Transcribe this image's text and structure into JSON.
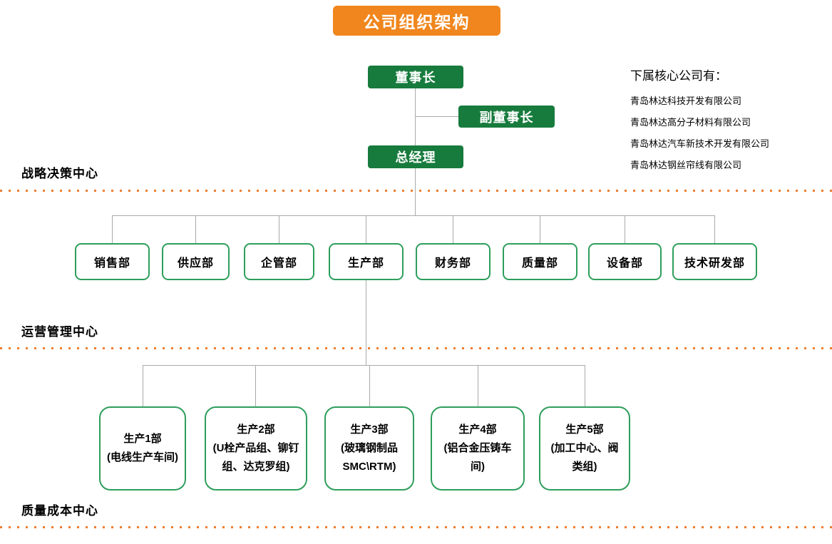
{
  "title": "公司组织架构",
  "executives": {
    "chairman": "董事长",
    "vice_chairman": "副董事长",
    "general_manager": "总经理"
  },
  "sections": [
    "战略决策中心",
    "运营管理中心",
    "质量成本中心"
  ],
  "departments": [
    "销售部",
    "供应部",
    "企管部",
    "生产部",
    "财务部",
    "质量部",
    "设备部",
    "技术研发部"
  ],
  "production": [
    {
      "name": "生产1部",
      "detail": "(电线生产车间)"
    },
    {
      "name": "生产2部",
      "detail": "(U栓产品组、铆钉组、达克罗组)"
    },
    {
      "name": "生产3部",
      "detail": "(玻璃钢制品SMC\\RTM)"
    },
    {
      "name": "生产4部",
      "detail": "(铝合金压铸车间)"
    },
    {
      "name": "生产5部",
      "detail": "(加工中心、阀类组)"
    }
  ],
  "subsidiaries": {
    "header": "下属核心公司有：",
    "items": [
      "青岛林达科技开发有限公司",
      "青岛林达高分子材料有限公司",
      "青岛林达汽车新技术开发有限公司",
      "青岛林达钢丝帘线有限公司"
    ]
  },
  "colors": {
    "banner_orange": "#F0861D",
    "dot_orange": "#ED7D31",
    "exec_green": "#177B3D",
    "box_border_green": "#2E9E5B",
    "connector_gray": "#A9A9A9"
  }
}
